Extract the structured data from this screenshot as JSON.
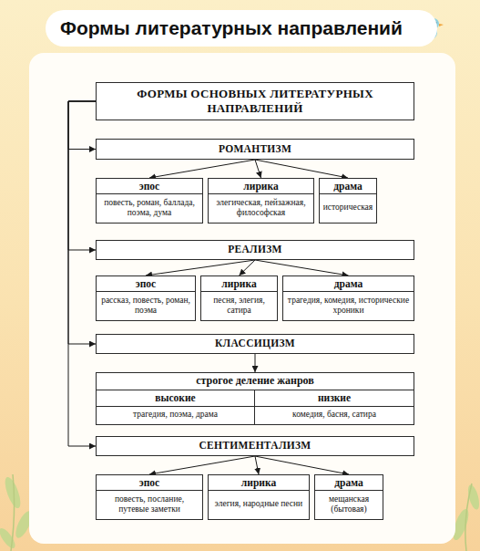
{
  "diagram": {
    "title": "Формы литературных направлений",
    "nodes": [
      {
        "text": [
          "ФОРМЫ ОСНОВНЫХ ЛИТЕРАТУРНЫХ НАПРАВЛЕНИЙ"
        ]
      },
      {
        "text": [
          "РОМАНТИЗМ"
        ]
      },
      {
        "text": [
          "эпос",
          "повесть, роман, баллада, поэма, дума"
        ]
      },
      {
        "text": [
          "лирика",
          "элегическая, пейзажная, философская"
        ]
      },
      {
        "text": [
          "драма",
          "историческая"
        ]
      },
      {
        "text": [
          "РЕАЛИЗМ"
        ]
      },
      {
        "text": [
          "эпос",
          "рассказ, повесть, роман, поэма"
        ]
      },
      {
        "text": [
          "лирика",
          "песня, элегия, сатира"
        ]
      },
      {
        "text": [
          "драма",
          "трагедия, комедия, исторические хроники"
        ]
      },
      {
        "text": [
          "КЛАССИЦИЗМ"
        ]
      },
      {
        "text": [
          "строгое деление жанров"
        ]
      },
      {
        "text": [
          "высокие",
          "трагедия, поэма, драма"
        ],
        "in": 10
      },
      {
        "text": [
          "низкие",
          "комедия, басня, сатира"
        ],
        "in": 10
      },
      {
        "text": [
          "СЕНТИМЕНТАЛИЗМ"
        ]
      },
      {
        "text": [
          "эпос",
          "повесть, послание, путевые заметки"
        ]
      },
      {
        "text": [
          "лирика",
          "элегия, народные песни"
        ]
      },
      {
        "text": [
          "драма",
          "мещанская (бытовая)"
        ]
      }
    ],
    "edges": [
      {
        "from": 0,
        "to": 1,
        "arrow": "to"
      },
      {
        "from": 1,
        "to": 2,
        "arrow": "to"
      },
      {
        "from": 1,
        "to": 3,
        "arrow": "to"
      },
      {
        "from": 1,
        "to": 4,
        "arrow": "to"
      },
      {
        "from": 0,
        "to": 5,
        "arrow": "to"
      },
      {
        "from": 5,
        "to": 6,
        "arrow": "to"
      },
      {
        "from": 5,
        "to": 7,
        "arrow": "to"
      },
      {
        "from": 5,
        "to": 8,
        "arrow": "to"
      },
      {
        "from": 0,
        "to": 9,
        "arrow": "to"
      },
      {
        "from": 9,
        "to": 10,
        "arrow": "to"
      },
      {
        "from": 0,
        "to": 13,
        "arrow": "to"
      },
      {
        "from": 13,
        "to": 14,
        "arrow": "to"
      },
      {
        "from": 13,
        "to": 15,
        "arrow": "to"
      },
      {
        "from": 13,
        "to": 16,
        "arrow": "to"
      }
    ]
  }
}
